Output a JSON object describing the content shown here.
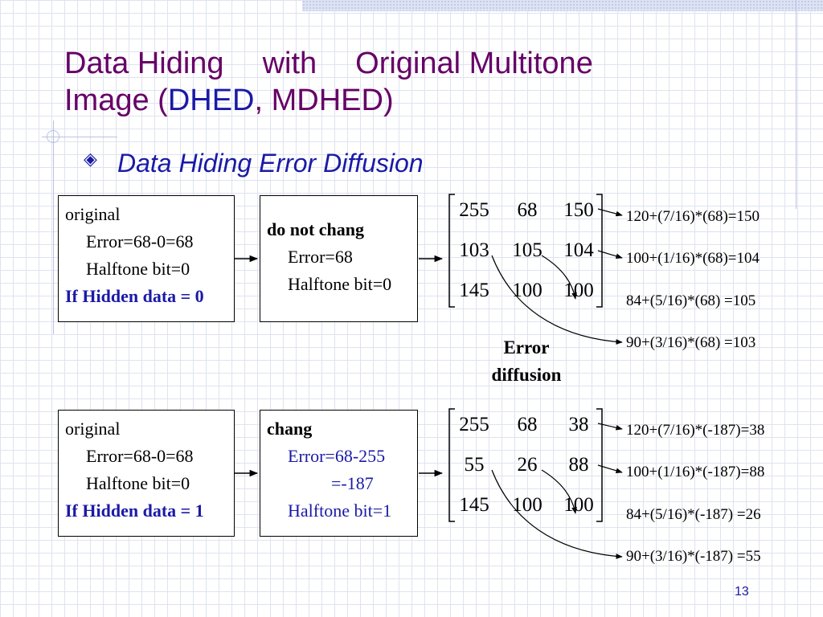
{
  "title": {
    "part1": "Data Hiding",
    "part2": "with",
    "part3": "Original Multitone",
    "line2_pre": "Image (",
    "line2_dhed": "DHED",
    "line2_rest": ", MDHED)"
  },
  "subtitle": "Data Hiding Error Diffusion",
  "bullet_icon": "diamond-bullet-icon",
  "row1": {
    "left_box": [
      "original",
      "Error=68-0=68",
      "Halftone bit=0",
      "If Hidden data = 0"
    ],
    "mid_box": [
      "do not chang",
      "Error=68",
      "Halftone bit=0"
    ],
    "matrix": [
      [
        "255",
        "68",
        "150"
      ],
      [
        "103",
        "105",
        "104"
      ],
      [
        "145",
        "100",
        "100"
      ]
    ],
    "equations": [
      "120+(7/16)*(68)=150",
      "100+(1/16)*(68)=104",
      "84+(5/16)*(68) =105",
      "90+(3/16)*(68) =103"
    ]
  },
  "error_diffusion_label": [
    "Error",
    "diffusion"
  ],
  "row2": {
    "left_box": [
      "original",
      "Error=68-0=68",
      "Halftone bit=0",
      "If Hidden data = 1"
    ],
    "mid_box": [
      "chang",
      "Error=68-255",
      "=-187",
      "Halftone bit=1"
    ],
    "matrix": [
      [
        "255",
        "68",
        "38"
      ],
      [
        "55",
        "26",
        "88"
      ],
      [
        "145",
        "100",
        "100"
      ]
    ],
    "equations": [
      "120+(7/16)*(-187)=38",
      "100+(1/16)*(-187)=88",
      "84+(5/16)*(-187) =26",
      "90+(3/16)*(-187) =55"
    ]
  },
  "page_number": "13",
  "colors": {
    "title": "#660066",
    "accent": "#1a1aa6"
  }
}
